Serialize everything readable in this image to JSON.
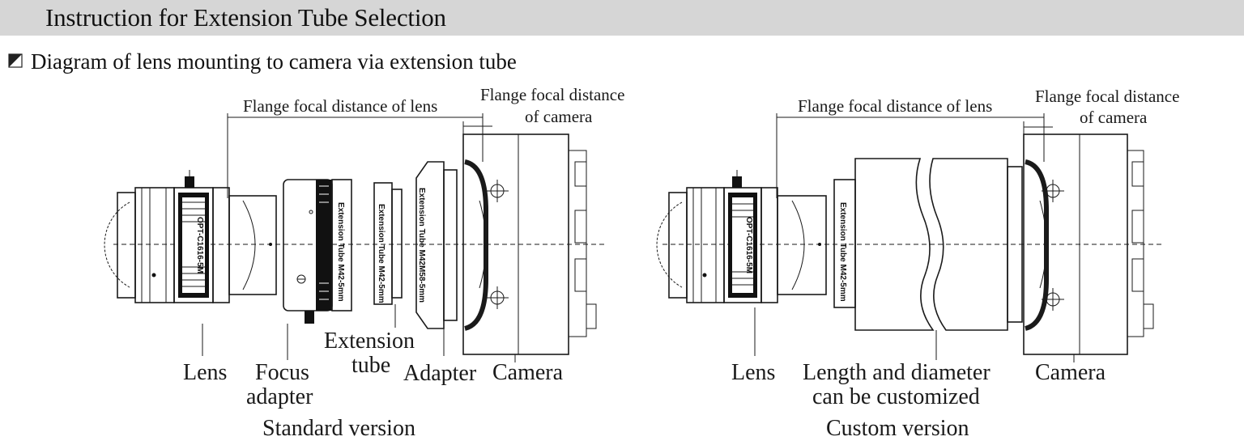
{
  "header": {
    "title": "Instruction for Extension Tube Selection"
  },
  "section": {
    "subtitle": "Diagram of lens mounting to camera via extension tube"
  },
  "standard": {
    "dim_lens": "Flange focal distance of lens",
    "dim_camera_line1": "Flange focal distance",
    "dim_camera_line2": "of camera",
    "tube_label_1": "Extension Tube M42-5mm",
    "tube_label_2": "Extension Tube M42-5mm",
    "tube_label_3": "Extension Tube M42M58-5mm",
    "lens_engraving": "OPT-C1616-5M",
    "label_lens": "Lens",
    "label_focus_1": "Focus",
    "label_focus_2": "adapter",
    "label_ext_1": "Extension",
    "label_ext_2": "tube",
    "label_adapter": "Adapter",
    "label_camera": "Camera",
    "caption": "Standard version"
  },
  "custom": {
    "dim_lens": "Flange focal distance of lens",
    "dim_camera_line1": "Flange focal distance",
    "dim_camera_line2": "of camera",
    "tube_label": "Extension Tube M42-5mm",
    "lens_engraving": "OPT-C1616-5M",
    "label_lens": "Lens",
    "label_custom_1": "Length and diameter",
    "label_custom_2": "can be customized",
    "label_camera": "Camera",
    "caption": "Custom version"
  }
}
